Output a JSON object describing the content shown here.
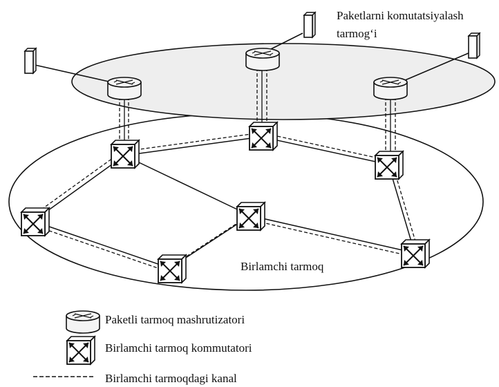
{
  "diagram": {
    "top_network_label_line1": "Paketlarni komutatsiyalash",
    "top_network_label_line2": "tarmog‘i",
    "bottom_network_label": "Birlamchi tarmoq"
  },
  "legend": {
    "router_label": "Paketli tarmoq mashrutizatori",
    "switch_label": "Birlamchi tarmoq kommutatori",
    "channel_label": "Birlamchi tarmoqdagi kanal"
  },
  "colors": {
    "line": "#111111",
    "plane_fill": "#eeeeee",
    "router_fill": "#f4f4f4",
    "switch_fill": "#ffffff"
  },
  "icons": {
    "router": "router-icon",
    "switch": "switch-icon",
    "terminal": "terminal-icon"
  }
}
